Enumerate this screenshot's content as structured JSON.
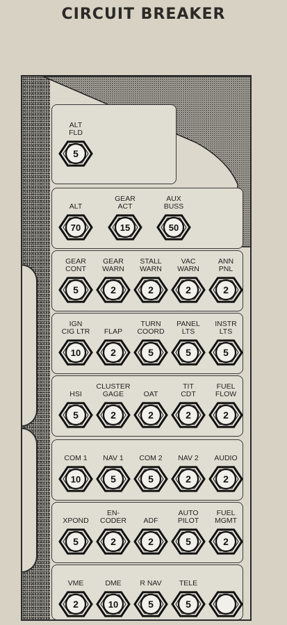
{
  "title": "CIRCUIT BREAKER",
  "colors": {
    "ink": "#222222",
    "panel": "#dcd8cc",
    "background": "#d7d2c4"
  },
  "groups": [
    {
      "breakers": [
        {
          "label": "ALT FLD",
          "rating": "5"
        }
      ]
    },
    {
      "breakers": [
        {
          "label": "ALT",
          "rating": "70"
        },
        {
          "label": "GEAR ACT",
          "rating": "15"
        },
        {
          "label": "AUX BUSS",
          "rating": "50"
        }
      ]
    },
    {
      "breakers": [
        {
          "label": "GEAR CONT",
          "rating": "5"
        },
        {
          "label": "GEAR WARN",
          "rating": "2"
        },
        {
          "label": "STALL WARN",
          "rating": "2"
        },
        {
          "label": "VAC WARN",
          "rating": "2"
        },
        {
          "label": "ANN PNL",
          "rating": "2"
        }
      ]
    },
    {
      "breakers": [
        {
          "label": "IGN CIG LTR",
          "rating": "10"
        },
        {
          "label": "FLAP",
          "rating": "2"
        },
        {
          "label": "TURN COORD",
          "rating": "5"
        },
        {
          "label": "PANEL LTS",
          "rating": "5"
        },
        {
          "label": "INSTR LTS",
          "rating": "5"
        }
      ]
    },
    {
      "breakers": [
        {
          "label": "HSI",
          "rating": "5"
        },
        {
          "label": "CLUSTER GAGE",
          "rating": "2"
        },
        {
          "label": "OAT",
          "rating": "2"
        },
        {
          "label": "TIT CDT",
          "rating": "2"
        },
        {
          "label": "FUEL FLOW",
          "rating": "2"
        }
      ]
    },
    {
      "breakers": [
        {
          "label": "COM 1",
          "rating": "10"
        },
        {
          "label": "NAV 1",
          "rating": "5"
        },
        {
          "label": "COM 2",
          "rating": "5"
        },
        {
          "label": "NAV 2",
          "rating": "2"
        },
        {
          "label": "AUDIO",
          "rating": "2"
        }
      ]
    },
    {
      "breakers": [
        {
          "label": "XPOND",
          "rating": "5"
        },
        {
          "label": "EN- CODER",
          "rating": "2"
        },
        {
          "label": "ADF",
          "rating": "2"
        },
        {
          "label": "AUTO PILOT",
          "rating": "5"
        },
        {
          "label": "FUEL MGMT",
          "rating": "2"
        }
      ]
    },
    {
      "breakers": [
        {
          "label": "VME",
          "rating": "2"
        },
        {
          "label": "DME",
          "rating": "10"
        },
        {
          "label": "R NAV",
          "rating": "5"
        },
        {
          "label": "TELE",
          "rating": "5"
        },
        {
          "label": "",
          "rating": ""
        }
      ]
    }
  ]
}
